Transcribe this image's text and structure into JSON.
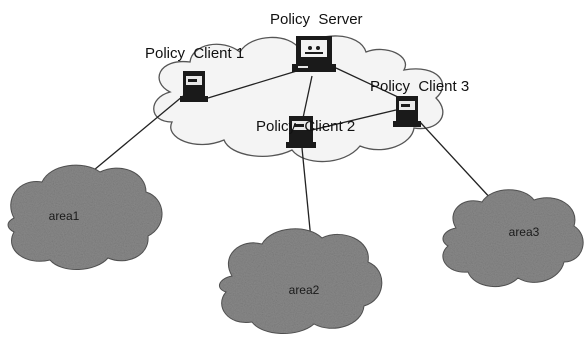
{
  "nodes": {
    "server": {
      "label": "Policy  Server",
      "icon": "server-computer-icon"
    },
    "client1": {
      "label": "Policy  Client 1",
      "icon": "router-computer-icon"
    },
    "client2": {
      "label": "Policy  Client 2",
      "icon": "router-computer-icon"
    },
    "client3": {
      "label": "Policy  Client 3",
      "icon": "router-computer-icon"
    }
  },
  "areas": {
    "area1": {
      "label": "area1"
    },
    "area2": {
      "label": "area2"
    },
    "area3": {
      "label": "area3"
    }
  },
  "colors": {
    "cloud_fill": "#f4f4f4",
    "cloud_stroke": "#555555",
    "area_fill": "#8a8a8a",
    "device": "#1a1a1a"
  }
}
